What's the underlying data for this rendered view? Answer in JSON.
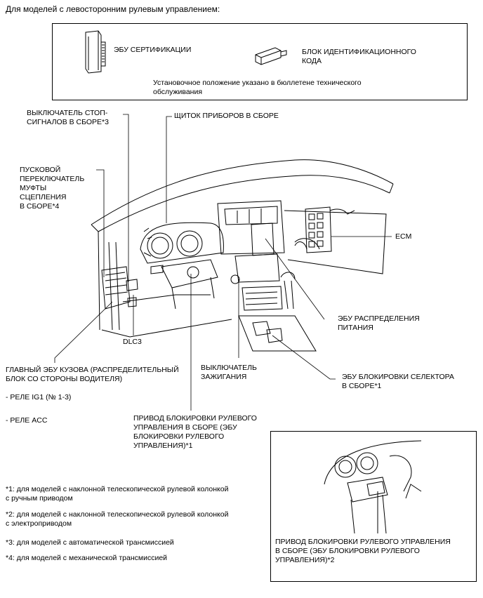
{
  "title": "Для моделей с левосторонним рулевым управлением:",
  "legend_box": {
    "ecu_cert": "ЭБУ СЕРТИФИКАЦИИ",
    "id_code_box": [
      "БЛОК ИДЕНТИФИКАЦИОННОГО",
      "КОДА"
    ],
    "note": [
      "Установочное положение указано в бюллетене технического",
      "обслуживания"
    ]
  },
  "callouts": {
    "stop_light_switch": [
      "ВЫКЛЮЧАТЕЛЬ СТОП-",
      "СИГНАЛОВ В СБОРЕ*3"
    ],
    "combination_meter": "ЩИТОК ПРИБОРОВ В СБОРЕ",
    "clutch_start_switch": [
      "ПУСКОВОЙ",
      "ПЕРЕКЛЮЧАТЕЛЬ",
      "МУФТЫ",
      "СЦЕПЛЕНИЯ",
      "В СБОРЕ*4"
    ],
    "ecm": "ECM",
    "power_distribution_ecu": [
      "ЭБУ РАСПРЕДЕЛЕНИЯ",
      "ПИТАНИЯ"
    ],
    "dlc3": "DLC3",
    "main_body_ecu": [
      "ГЛАВНЫЙ ЭБУ КУЗОВА (РАСПРЕДЕЛИТЕЛЬНЫЙ",
      "БЛОК СО СТОРОНЫ ВОДИТЕЛЯ)"
    ],
    "relay_ig1": "- РЕЛЕ IG1 (№ 1-3)",
    "relay_acc": "- РЕЛЕ ACC",
    "ignition_switch": [
      "ВЫКЛЮЧАТЕЛЬ",
      "ЗАЖИГАНИЯ"
    ],
    "shift_lock_ecu": [
      "ЭБУ БЛОКИРОВКИ СЕЛЕКТОРА",
      "В СБОРЕ*1"
    ],
    "steering_lock_actuator_1": [
      "ПРИВОД БЛОКИРОВКИ РУЛЕВОГО",
      "УПРАВЛЕНИЯ В СБОРЕ (ЭБУ",
      "БЛОКИРОВКИ РУЛЕВОГО",
      "УПРАВЛЕНИЯ)*1"
    ],
    "steering_lock_actuator_2": [
      "ПРИВОД БЛОКИРОВКИ РУЛЕВОГО УПРАВЛЕНИЯ",
      "В СБОРЕ (ЭБУ БЛОКИРОВКИ РУЛЕВОГО",
      "УПРАВЛЕНИЯ)*2"
    ]
  },
  "footnotes": {
    "n1": [
      "*1: для моделей с наклонной телескопической рулевой колонкой",
      "с ручным приводом"
    ],
    "n2": [
      "*2: для моделей с наклонной телескопической рулевой колонкой",
      "с электроприводом"
    ],
    "n3": "*3: для моделей с автоматической трансмиссией",
    "n4": "*4: для моделей с механической трансмиссией"
  }
}
